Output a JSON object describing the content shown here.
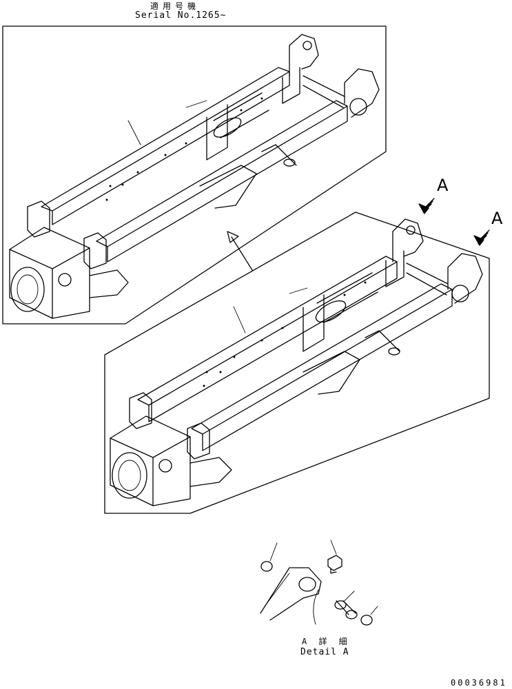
{
  "serial_note": {
    "label_jp": "適用号機",
    "label_en": "Serial No.1265~"
  },
  "callouts": {
    "view_a_1": "A",
    "view_a_2": "A"
  },
  "detail": {
    "label_jp": "A 詳 細",
    "label_en": "Detail A"
  },
  "drawing_number": "00036981",
  "icons": [
    "arrow-icon",
    "frame-drawing",
    "pin-part",
    "ring-part",
    "bolt-part"
  ]
}
